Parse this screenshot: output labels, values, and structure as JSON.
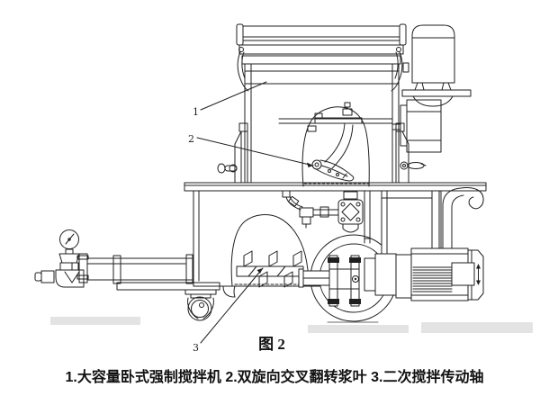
{
  "figure": {
    "fig_label": "图 2",
    "caption": "1.大容量卧式强制搅拌机 2.双旋向交叉翻转浆叶 3.二次搅拌传动轴"
  },
  "part_labels": {
    "p1": "1",
    "p2": "2",
    "p3": "3"
  },
  "colors": {
    "line": "#1f1f1f",
    "line_soft": "#6a6a6a",
    "shadow": "#e3e3e3",
    "background": "#ffffff"
  }
}
